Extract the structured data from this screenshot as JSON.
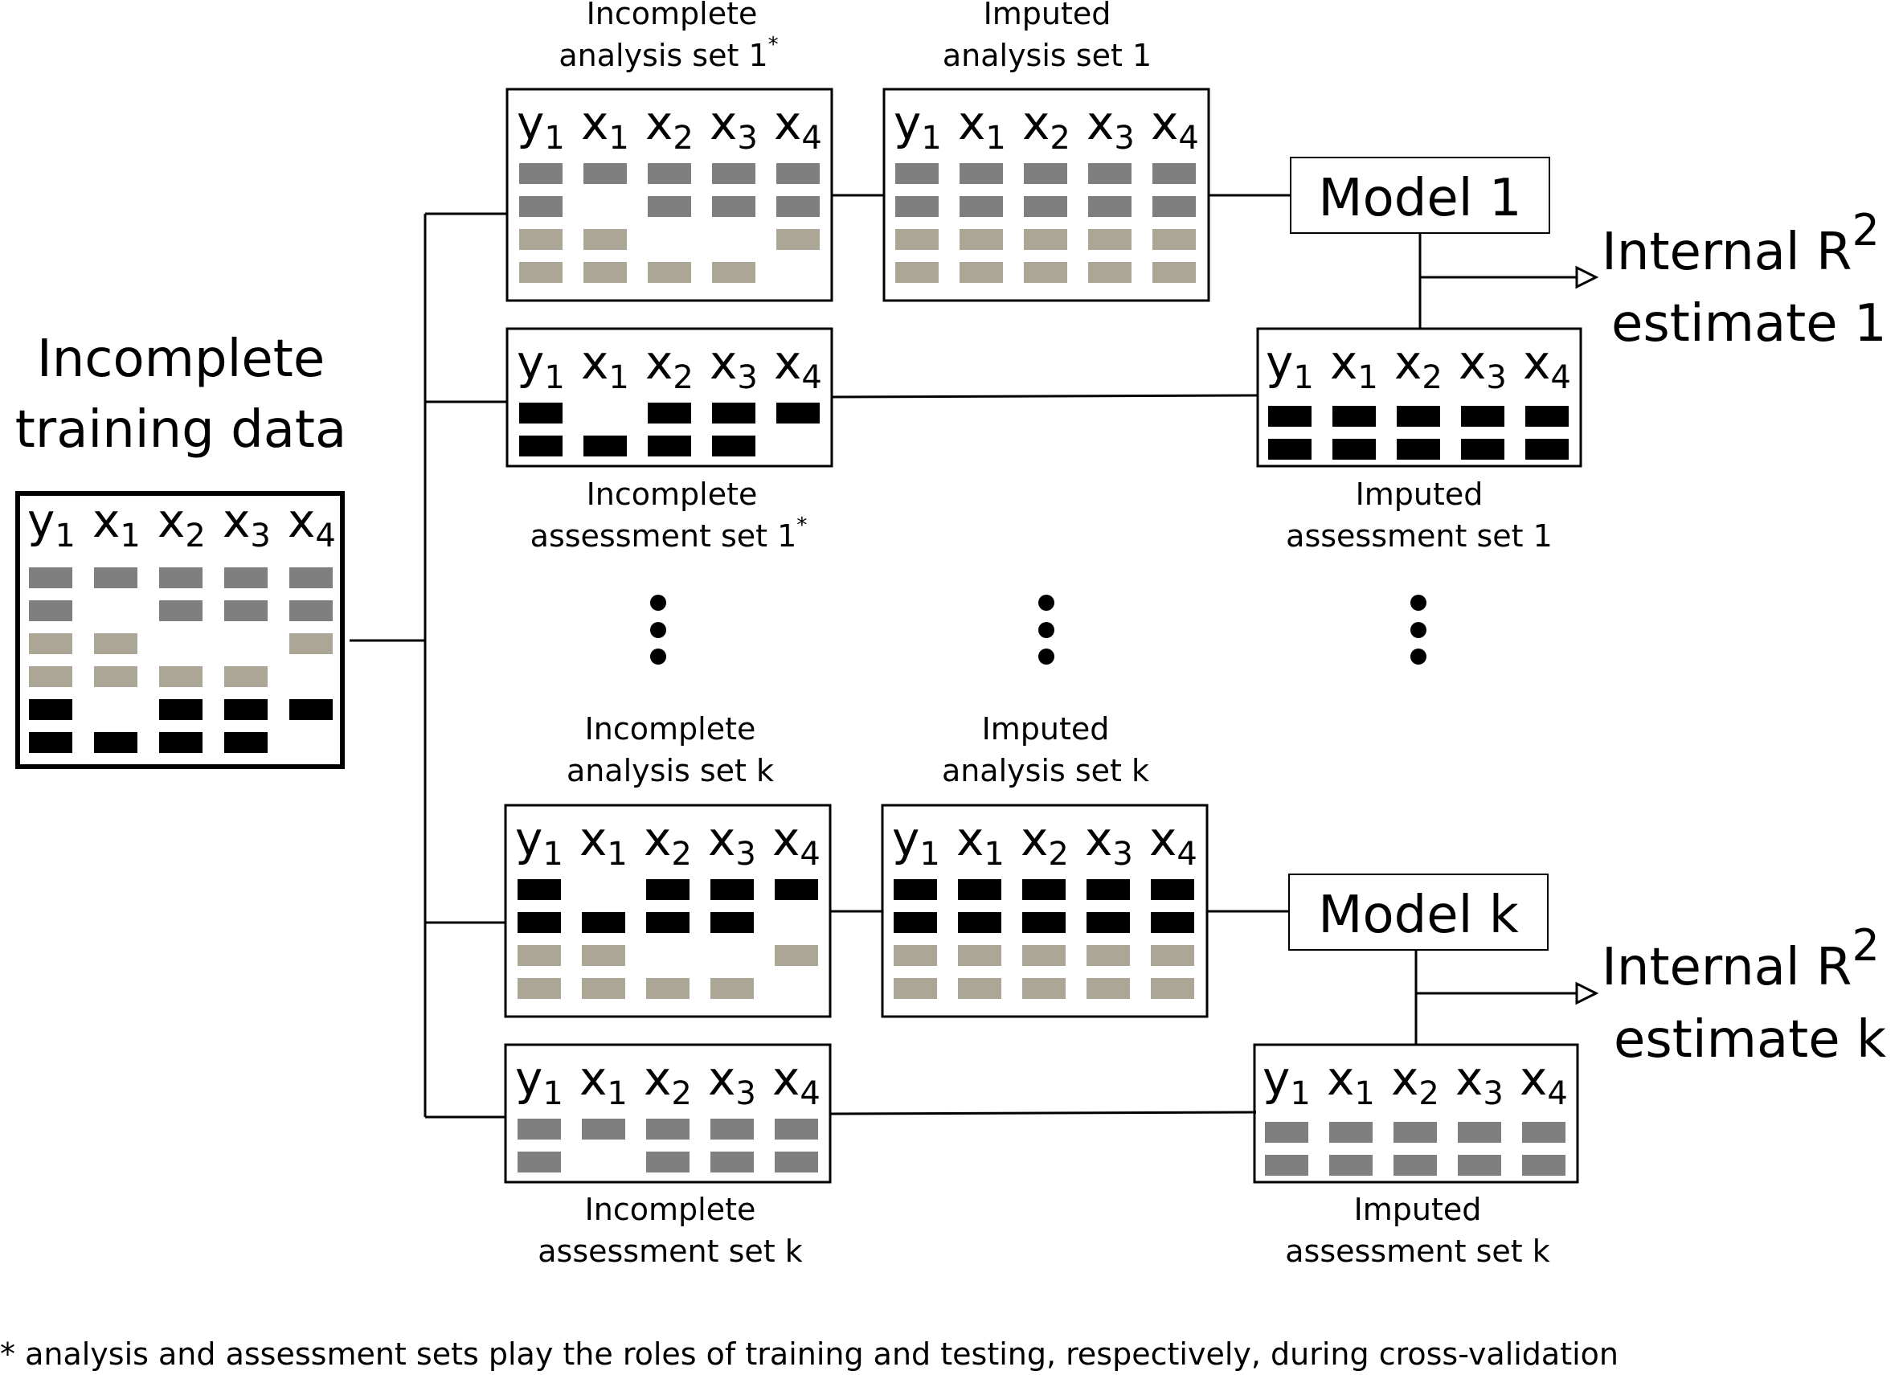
{
  "training": {
    "title_line1": "Incomplete",
    "title_line2": "training data",
    "columns": [
      "y1",
      "x1",
      "x2",
      "x3",
      "x4"
    ],
    "rows": [
      {
        "color": "dark-gray",
        "cells": [
          1,
          1,
          1,
          1,
          1
        ]
      },
      {
        "color": "dark-gray",
        "cells": [
          1,
          0,
          1,
          1,
          1
        ]
      },
      {
        "color": "tan",
        "cells": [
          1,
          1,
          0,
          0,
          1
        ]
      },
      {
        "color": "tan",
        "cells": [
          1,
          1,
          1,
          1,
          0
        ]
      },
      {
        "color": "black",
        "cells": [
          1,
          0,
          1,
          1,
          1
        ]
      },
      {
        "color": "black",
        "cells": [
          1,
          1,
          1,
          1,
          0
        ]
      }
    ]
  },
  "colors": {
    "dark-gray": "#7f7f7f",
    "tan": "#aca696",
    "black": "#000000",
    "line": "#000000"
  },
  "folds": [
    {
      "analysis_incomplete": {
        "label_line1": "Incomplete",
        "label_line2": "analysis set 1",
        "mark": "*",
        "rows": [
          {
            "color": "dark-gray",
            "cells": [
              1,
              1,
              1,
              1,
              1
            ]
          },
          {
            "color": "dark-gray",
            "cells": [
              1,
              0,
              1,
              1,
              1
            ]
          },
          {
            "color": "tan",
            "cells": [
              1,
              1,
              0,
              0,
              1
            ]
          },
          {
            "color": "tan",
            "cells": [
              1,
              1,
              1,
              1,
              0
            ]
          }
        ]
      },
      "analysis_imputed": {
        "label_line1": "Imputed",
        "label_line2": "analysis set 1",
        "rows": [
          {
            "color": "dark-gray",
            "cells": [
              1,
              1,
              1,
              1,
              1
            ]
          },
          {
            "color": "dark-gray",
            "cells": [
              1,
              1,
              1,
              1,
              1
            ]
          },
          {
            "color": "tan",
            "cells": [
              1,
              1,
              1,
              1,
              1
            ]
          },
          {
            "color": "tan",
            "cells": [
              1,
              1,
              1,
              1,
              1
            ]
          }
        ]
      },
      "model": "Model 1",
      "assessment_incomplete": {
        "label_line1": "Incomplete",
        "label_line2": "assessment set 1",
        "mark": "*",
        "rows": [
          {
            "color": "black",
            "cells": [
              1,
              0,
              1,
              1,
              1
            ]
          },
          {
            "color": "black",
            "cells": [
              1,
              1,
              1,
              1,
              0
            ]
          }
        ]
      },
      "assessment_imputed": {
        "label_line1": "Imputed",
        "label_line2": "assessment set 1",
        "rows": [
          {
            "color": "black",
            "cells": [
              1,
              1,
              1,
              1,
              1
            ]
          },
          {
            "color": "black",
            "cells": [
              1,
              1,
              1,
              1,
              1
            ]
          }
        ]
      },
      "estimate_line1": "Internal R",
      "estimate_sup": "2",
      "estimate_line2": "estimate 1"
    },
    {
      "analysis_incomplete": {
        "label_line1": "Incomplete",
        "label_line2": "analysis set k",
        "mark": "",
        "rows": [
          {
            "color": "black",
            "cells": [
              1,
              0,
              1,
              1,
              1
            ]
          },
          {
            "color": "black",
            "cells": [
              1,
              1,
              1,
              1,
              0
            ]
          },
          {
            "color": "tan",
            "cells": [
              1,
              1,
              0,
              0,
              1
            ]
          },
          {
            "color": "tan",
            "cells": [
              1,
              1,
              1,
              1,
              0
            ]
          }
        ]
      },
      "analysis_imputed": {
        "label_line1": "Imputed",
        "label_line2": "analysis set k",
        "rows": [
          {
            "color": "black",
            "cells": [
              1,
              1,
              1,
              1,
              1
            ]
          },
          {
            "color": "black",
            "cells": [
              1,
              1,
              1,
              1,
              1
            ]
          },
          {
            "color": "tan",
            "cells": [
              1,
              1,
              1,
              1,
              1
            ]
          },
          {
            "color": "tan",
            "cells": [
              1,
              1,
              1,
              1,
              1
            ]
          }
        ]
      },
      "model": "Model k",
      "assessment_incomplete": {
        "label_line1": "Incomplete",
        "label_line2": "assessment set k",
        "mark": "",
        "rows": [
          {
            "color": "dark-gray",
            "cells": [
              1,
              1,
              1,
              1,
              1
            ]
          },
          {
            "color": "dark-gray",
            "cells": [
              1,
              0,
              1,
              1,
              1
            ]
          }
        ]
      },
      "assessment_imputed": {
        "label_line1": "Imputed",
        "label_line2": "assessment set k",
        "rows": [
          {
            "color": "dark-gray",
            "cells": [
              1,
              1,
              1,
              1,
              1
            ]
          },
          {
            "color": "dark-gray",
            "cells": [
              1,
              1,
              1,
              1,
              1
            ]
          }
        ]
      },
      "estimate_line1": "Internal R",
      "estimate_sup": "2",
      "estimate_line2": "estimate k"
    }
  ],
  "footnote": "* analysis and assessment sets play the roles of training and testing, respectively, during cross-validation"
}
